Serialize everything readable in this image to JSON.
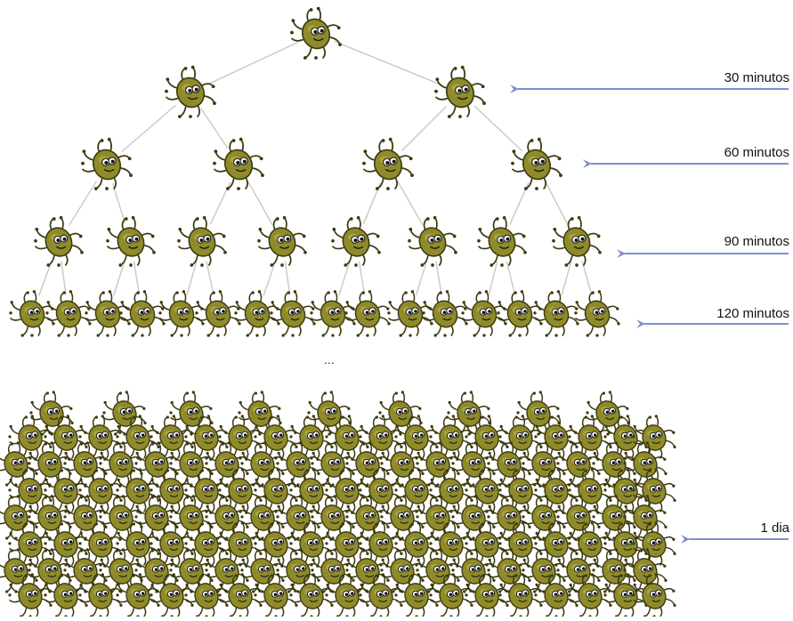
{
  "diagram": {
    "generations": 4,
    "ellipsis": "...",
    "labels": [
      "30 minutos",
      "60 minutos",
      "90 minutos",
      "120 minutos",
      "1 dia"
    ],
    "colors": {
      "bacteria_body": "#8f8b2a",
      "bacteria_outline": "#3d3a10",
      "edge": "#c8c8c8",
      "arrow": "#7f8fce"
    },
    "icon": "bacterium-icon"
  }
}
